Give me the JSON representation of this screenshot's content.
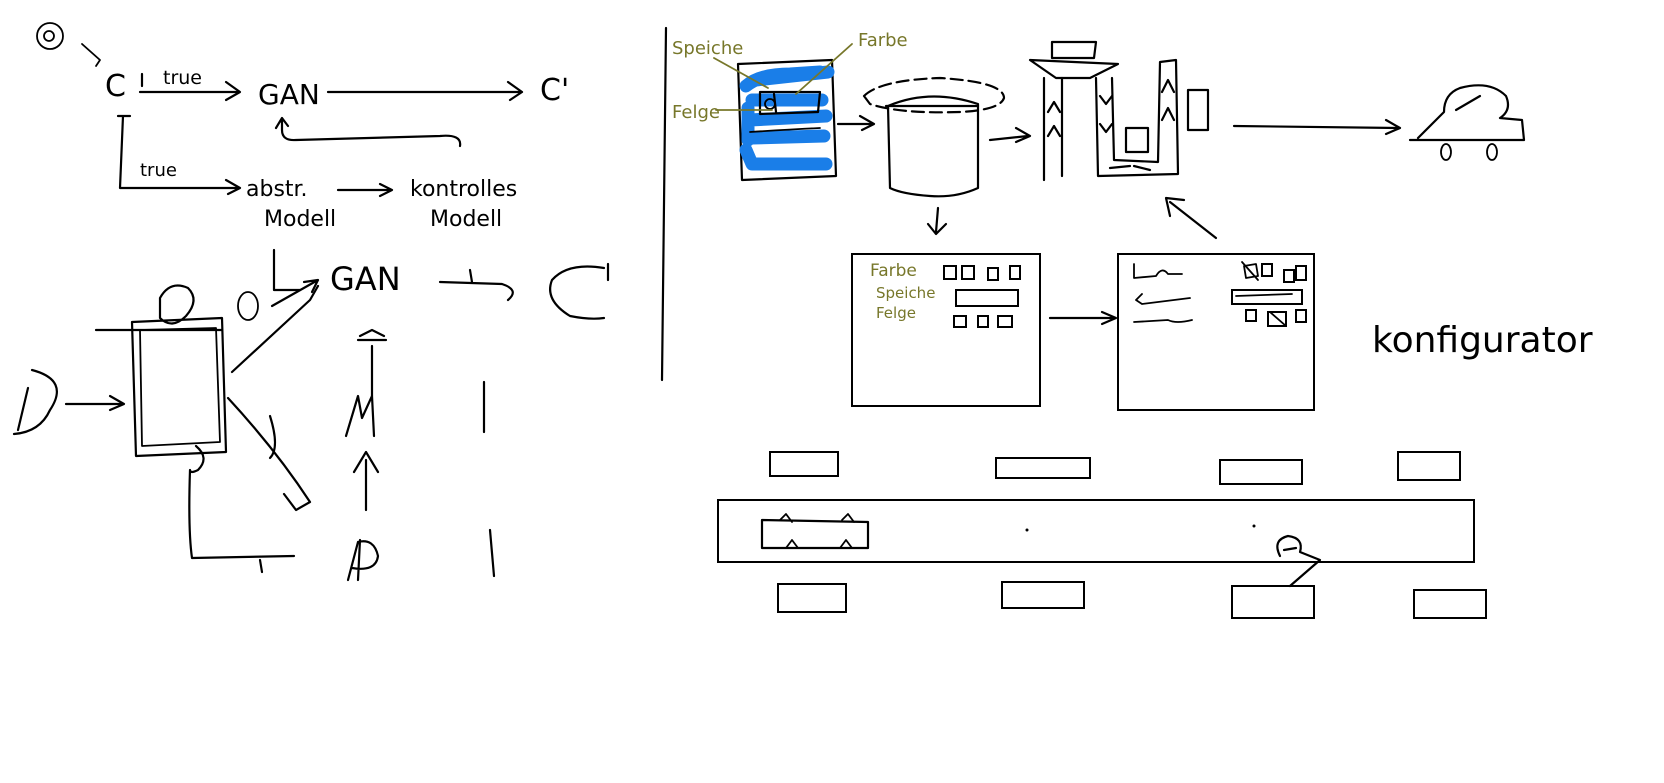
{
  "left": {
    "top_flow": {
      "start_label": "C",
      "edge_label_1": "true",
      "node_gan": "GAN",
      "end_label": "C'",
      "edge_label_2": "true",
      "node_abstract": "abstr.",
      "node_abstract_sub": "Modell",
      "node_controlled": "kontrolles",
      "node_controlled_sub": "Modell"
    },
    "bottom_flow": {
      "node_gan2": "GAN",
      "end_label2": "C'"
    }
  },
  "right": {
    "labels": {
      "spokes": "Speiche",
      "frame": "Farbe",
      "rim": "Felge"
    },
    "screen1_rows": [
      "Farbe",
      "Speiche",
      "Felge"
    ],
    "konfigurator": "konfigurator"
  },
  "colors": {
    "ink": "#000000",
    "olive_annotation": "#77772a",
    "blue_highlight": "#1a7ee8"
  }
}
